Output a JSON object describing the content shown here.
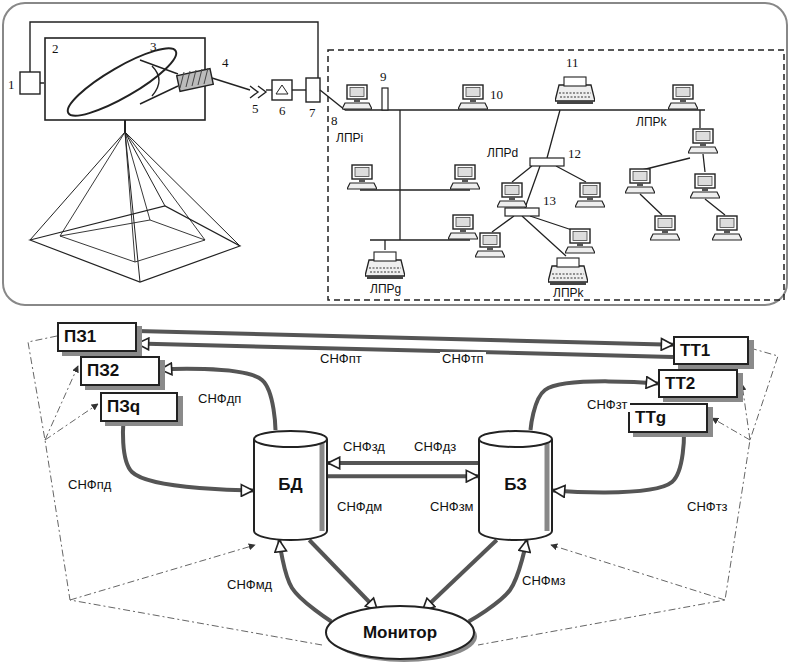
{
  "diagram": {
    "nodes": [
      {
        "text": [
          "ПЗ1"
        ]
      },
      {
        "text": [
          "ПЗ2"
        ]
      },
      {
        "text": [
          "ПЗq"
        ]
      },
      {
        "text": [
          "ТТ1"
        ]
      },
      {
        "text": [
          "ТТ2"
        ]
      },
      {
        "text": [
          "ТТg"
        ]
      },
      {
        "text": [
          "БД"
        ]
      },
      {
        "text": [
          "БЗ"
        ]
      },
      {
        "text": [
          "Монитор"
        ]
      }
    ],
    "edges": [
      {
        "from": 0,
        "to": 3,
        "arrow": "to",
        "label": "СНФпт"
      },
      {
        "from": 3,
        "to": 0,
        "arrow": "to",
        "label": "СНФтп"
      },
      {
        "from": 6,
        "to": 1,
        "arrow": "to",
        "label": "СНФдп"
      },
      {
        "from": 7,
        "to": 4,
        "arrow": "to",
        "label": "СНФзт"
      },
      {
        "from": 2,
        "to": 6,
        "arrow": "to",
        "label": "СНФпд"
      },
      {
        "from": 5,
        "to": 7,
        "arrow": "to",
        "label": "СНФтз"
      },
      {
        "from": 7,
        "to": 6,
        "arrow": "to",
        "label": "СНФзд"
      },
      {
        "from": 6,
        "to": 7,
        "arrow": "to",
        "label": "СНФдз"
      },
      {
        "from": 6,
        "to": 8,
        "arrow": "to",
        "label": "СНФдм"
      },
      {
        "from": 8,
        "to": 6,
        "arrow": "to",
        "label": "СНФмд"
      },
      {
        "from": 7,
        "to": 8,
        "arrow": "to",
        "label": "СНФзм"
      },
      {
        "from": 8,
        "to": 7,
        "arrow": "to",
        "label": "СНФмз"
      }
    ],
    "labels": [
      "1",
      "2",
      "3",
      "4",
      "5",
      "6",
      "7",
      "8",
      "9",
      "10",
      "11",
      "12",
      "13",
      "ЛПРi",
      "ЛПРd",
      "ЛПРk",
      "ЛПРg",
      "ЛПРk"
    ]
  }
}
